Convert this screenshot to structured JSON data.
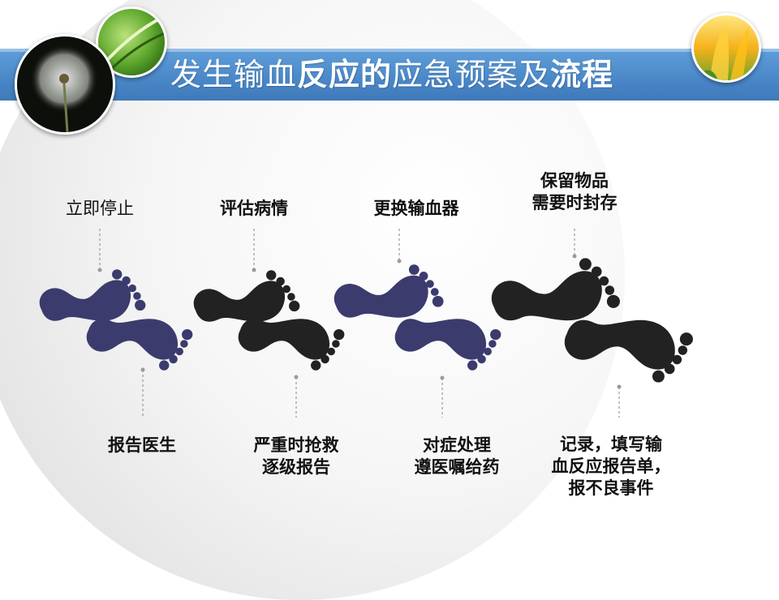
{
  "title": {
    "part1": "发生输血",
    "part2": "反应的",
    "part3": "应急预案及",
    "part4": "流程"
  },
  "steps_top": [
    {
      "line1": "立即停止"
    },
    {
      "line1": "评估病情"
    },
    {
      "line1": "更换输血器"
    },
    {
      "line1": "保留物品",
      "line2": "需要时封存"
    }
  ],
  "steps_bottom": [
    {
      "line1": "报告医生"
    },
    {
      "line1": "严重时抢救",
      "line2": "逐级报告"
    },
    {
      "line1": "对症处理",
      "line2": "遵医嘱给药"
    },
    {
      "line1": "记录，填写输",
      "line2": "血反应报告单，",
      "line3": "报不良事件"
    }
  ],
  "colors": {
    "title_bar": "#4a87c8",
    "foot_purple": "#3b3b6e",
    "foot_black": "#222222"
  },
  "icons": [
    "dandelion-photo",
    "leaf-photo",
    "yellow-flower-photo"
  ]
}
